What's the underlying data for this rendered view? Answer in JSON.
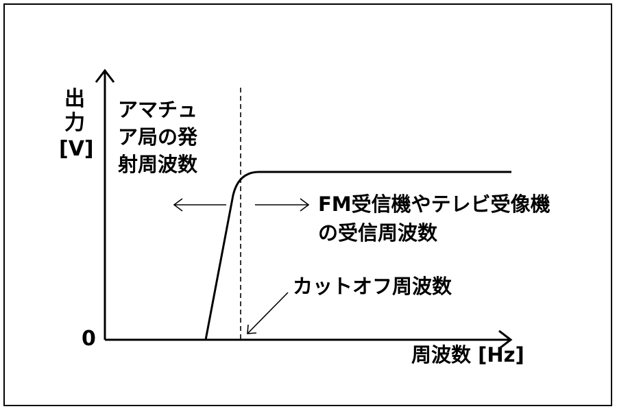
{
  "diagram": {
    "y_axis_label_line1": "出",
    "y_axis_label_line2": "力",
    "y_axis_unit": "[V]",
    "origin_label": "0",
    "x_axis_label": "周波数 [Hz]",
    "amateur_label_line1": "アマチュ",
    "amateur_label_line2": "ア局の発",
    "amateur_label_line3": "射周波数",
    "receiver_label_line1": "FM受信機やテレビ受像機",
    "receiver_label_line2": "の受信周波数",
    "cutoff_label": "カットオフ周波数"
  },
  "colors": {
    "line": "#000000",
    "background": "#ffffff"
  },
  "icons": [
    "left-arrow-icon",
    "right-arrow-icon",
    "cutoff-pointer-arrow-icon"
  ]
}
